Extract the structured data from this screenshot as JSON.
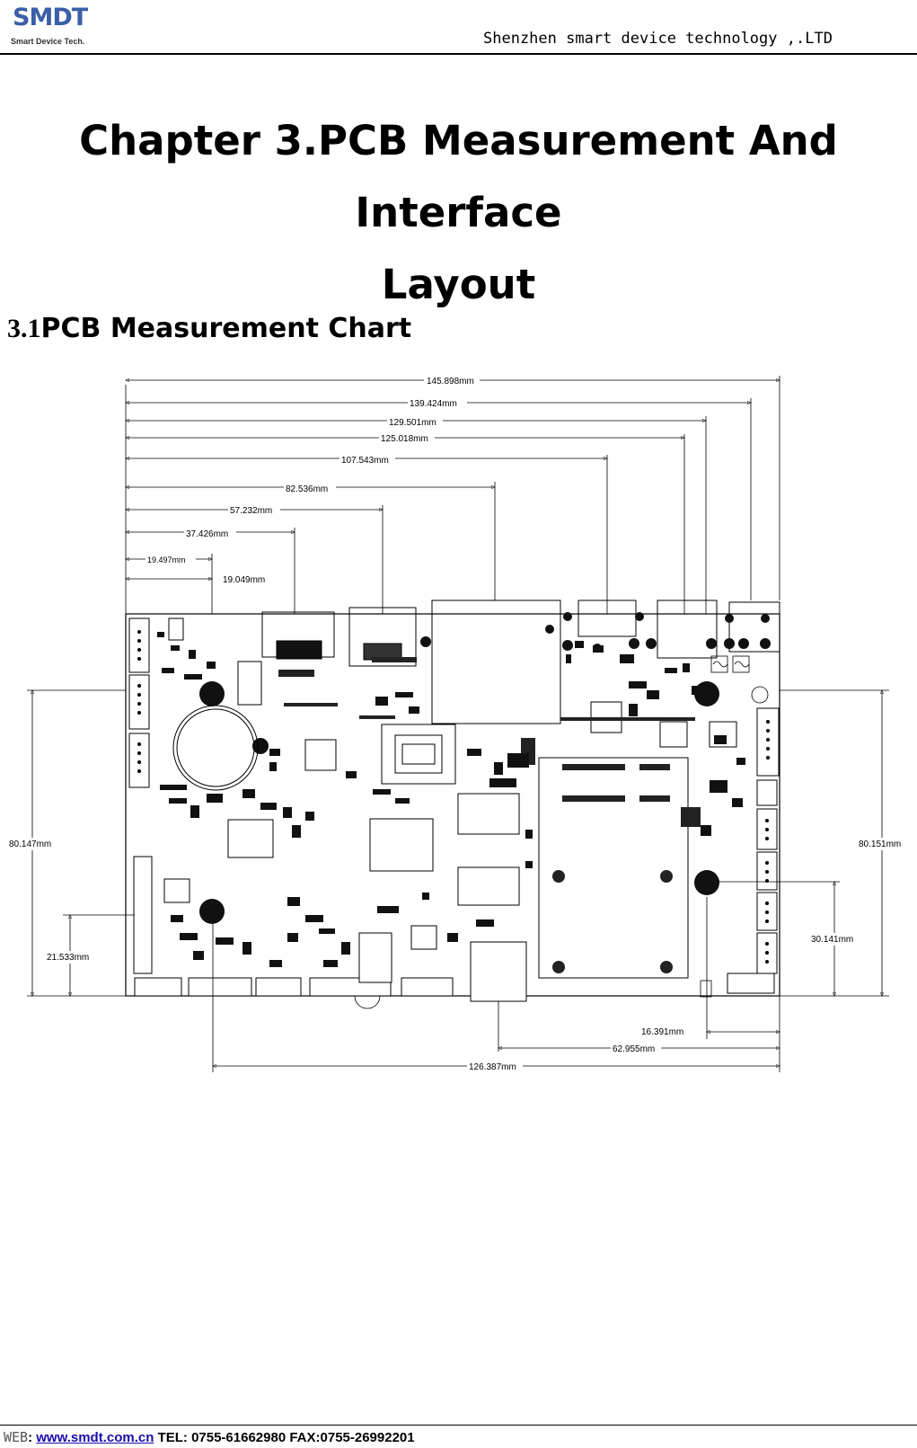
{
  "header": {
    "logo_text": "SMDT",
    "logo_subtitle": "Smart Device Tech.",
    "company": "Shenzhen smart device technology ,.LTD"
  },
  "title_line1": "Chapter 3.PCB Measurement And Interface",
  "title_line2": "Layout",
  "section": {
    "number": "3.1",
    "title": "PCB Measurement Chart"
  },
  "dimensions": {
    "top": [
      "145.898mm",
      "139.424mm",
      "129.501mm",
      "125.018mm",
      "107.543mm",
      "82.536mm",
      "57.232mm",
      "37.426mm",
      "19.497mm",
      "19.049mm"
    ],
    "left_height": "80.147mm",
    "left_lower": "21.533mm",
    "right_height": "80.151mm",
    "right_lower": "30.141mm",
    "bottom": [
      "16.391mm",
      "62.955mm",
      "126.387mm"
    ]
  },
  "footer": {
    "web_label": "WEB",
    "web_sep": ": ",
    "url": "www.smdt.com.cn",
    "contact": " TEL:    0755-61662980 FAX:0755-26992201"
  }
}
